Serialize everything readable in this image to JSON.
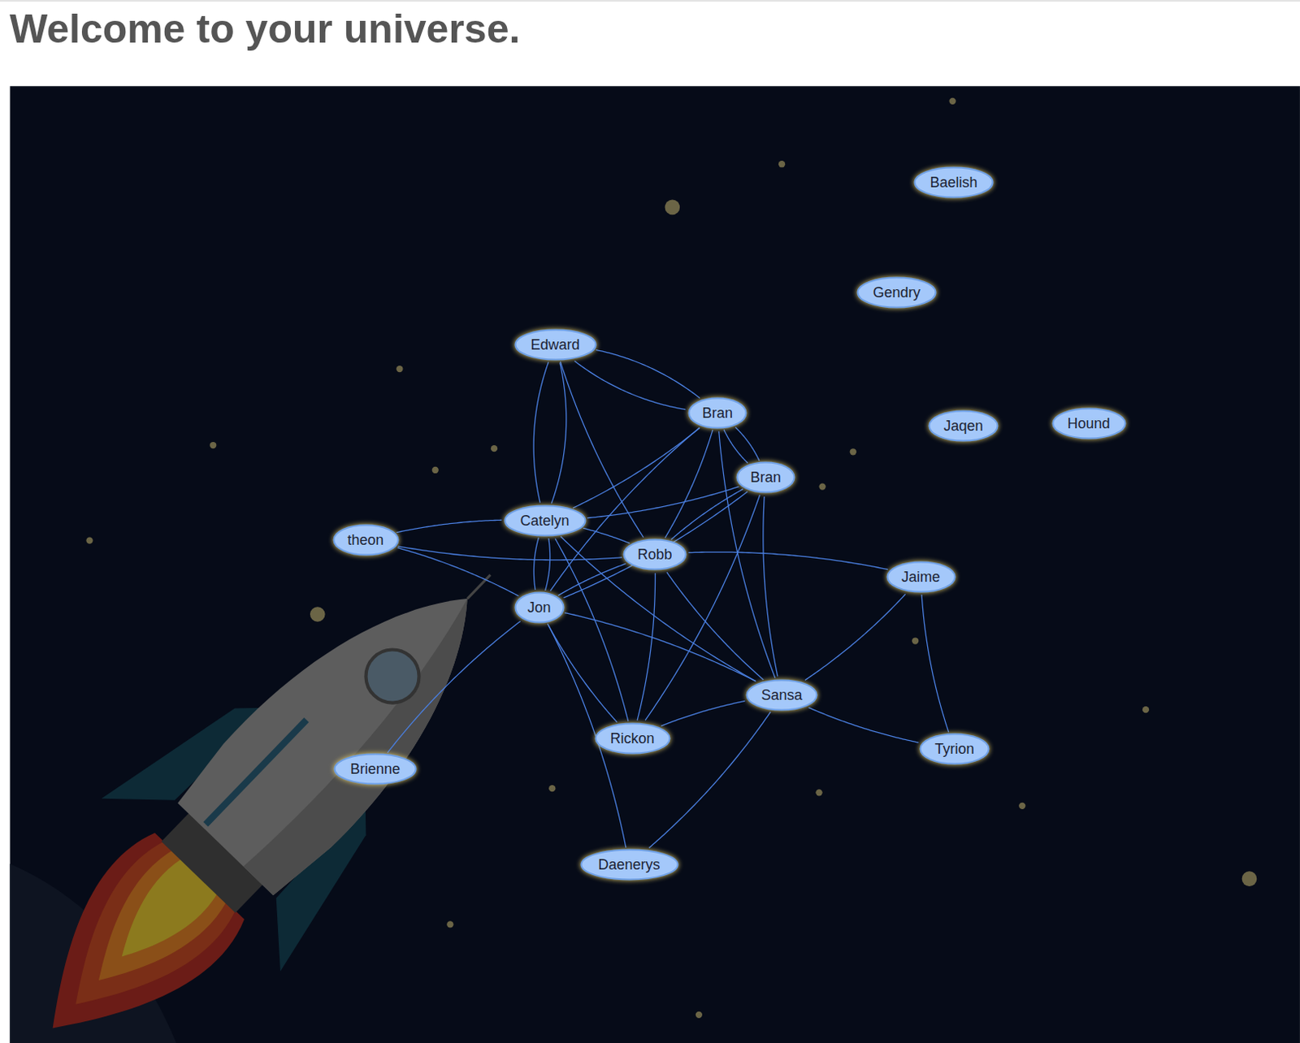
{
  "diagram": {
    "title": "Welcome to your universe.",
    "nodes": [
      {
        "text": [
          "Baelish"
        ]
      },
      {
        "text": [
          "Gendry"
        ]
      },
      {
        "text": [
          "Edward"
        ]
      },
      {
        "text": [
          "Bran"
        ]
      },
      {
        "text": [
          "Hound"
        ]
      },
      {
        "text": [
          "Jaqen"
        ]
      },
      {
        "text": [
          "Bran"
        ]
      },
      {
        "text": [
          "Catelyn"
        ]
      },
      {
        "text": [
          "theon"
        ]
      },
      {
        "text": [
          "Robb"
        ]
      },
      {
        "text": [
          "Jaime"
        ]
      },
      {
        "text": [
          "Jon"
        ]
      },
      {
        "text": [
          "Sansa"
        ]
      },
      {
        "text": [
          "Rickon"
        ]
      },
      {
        "text": [
          "Tyrion"
        ]
      },
      {
        "text": [
          "Brienne"
        ]
      },
      {
        "text": [
          "Daenerys"
        ]
      }
    ],
    "edges": [
      {
        "from": 2,
        "to": 3,
        "arrow": "none"
      },
      {
        "from": 2,
        "to": 3,
        "arrow": "none"
      },
      {
        "from": 2,
        "to": 7,
        "arrow": "none"
      },
      {
        "from": 2,
        "to": 7,
        "arrow": "none"
      },
      {
        "from": 2,
        "to": 9,
        "arrow": "none"
      },
      {
        "from": 3,
        "to": 6,
        "arrow": "none"
      },
      {
        "from": 3,
        "to": 6,
        "arrow": "none"
      },
      {
        "from": 3,
        "to": 7,
        "arrow": "none"
      },
      {
        "from": 3,
        "to": 11,
        "arrow": "none"
      },
      {
        "from": 3,
        "to": 9,
        "arrow": "none"
      },
      {
        "from": 3,
        "to": 12,
        "arrow": "none"
      },
      {
        "from": 6,
        "to": 7,
        "arrow": "none"
      },
      {
        "from": 6,
        "to": 9,
        "arrow": "none"
      },
      {
        "from": 6,
        "to": 11,
        "arrow": "none"
      },
      {
        "from": 6,
        "to": 12,
        "arrow": "none"
      },
      {
        "from": 6,
        "to": 13,
        "arrow": "none"
      },
      {
        "from": 7,
        "to": 8,
        "arrow": "none"
      },
      {
        "from": 7,
        "to": 9,
        "arrow": "none"
      },
      {
        "from": 7,
        "to": 11,
        "arrow": "none"
      },
      {
        "from": 7,
        "to": 11,
        "arrow": "none"
      },
      {
        "from": 7,
        "to": 12,
        "arrow": "none"
      },
      {
        "from": 7,
        "to": 13,
        "arrow": "none"
      },
      {
        "from": 8,
        "to": 9,
        "arrow": "none"
      },
      {
        "from": 8,
        "to": 11,
        "arrow": "none"
      },
      {
        "from": 9,
        "to": 11,
        "arrow": "none"
      },
      {
        "from": 9,
        "to": 10,
        "arrow": "none"
      },
      {
        "from": 9,
        "to": 12,
        "arrow": "none"
      },
      {
        "from": 9,
        "to": 13,
        "arrow": "none"
      },
      {
        "from": 11,
        "to": 15,
        "arrow": "none"
      },
      {
        "from": 11,
        "to": 12,
        "arrow": "none"
      },
      {
        "from": 11,
        "to": 13,
        "arrow": "none"
      },
      {
        "from": 11,
        "to": 16,
        "arrow": "none"
      },
      {
        "from": 12,
        "to": 13,
        "arrow": "none"
      },
      {
        "from": 12,
        "to": 10,
        "arrow": "none"
      },
      {
        "from": 12,
        "to": 14,
        "arrow": "none"
      },
      {
        "from": 12,
        "to": 16,
        "arrow": "none"
      },
      {
        "from": 10,
        "to": 14,
        "arrow": "none"
      }
    ]
  }
}
